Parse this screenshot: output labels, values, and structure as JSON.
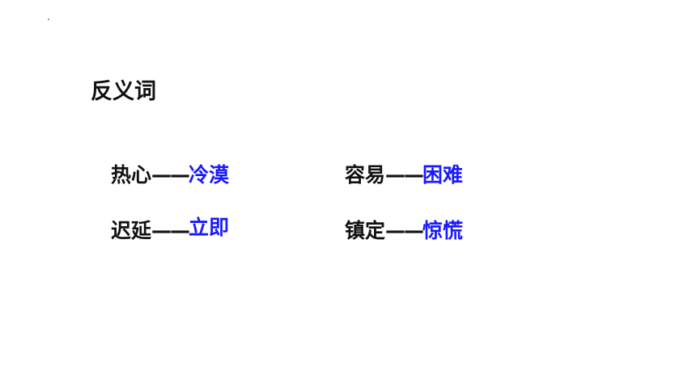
{
  "title": "反义词",
  "pairs": [
    {
      "word": "热心",
      "dash": "——",
      "antonym": "冷漠"
    },
    {
      "word": "容易",
      "dash": "——",
      "antonym": "困难"
    },
    {
      "word": "迟延",
      "dash": "——",
      "antonym": "立即"
    },
    {
      "word": "镇定",
      "dash": "——",
      "antonym": "惊慌"
    }
  ],
  "colors": {
    "text": "#111111",
    "antonym": "#1a1aff",
    "background": "#ffffff"
  }
}
